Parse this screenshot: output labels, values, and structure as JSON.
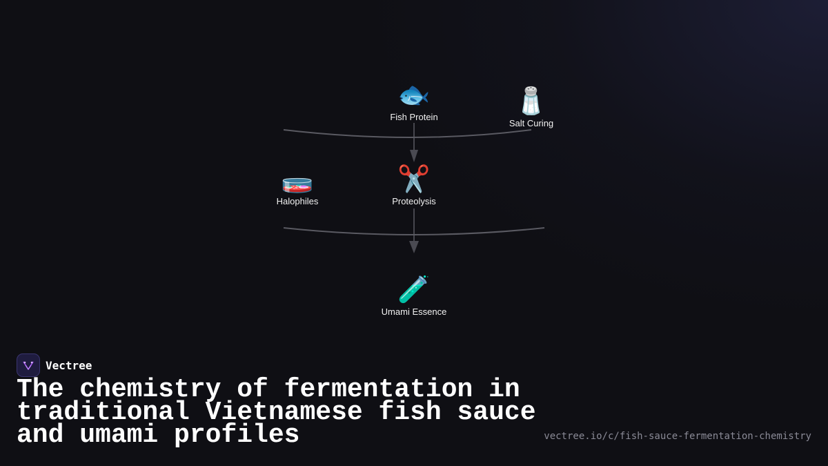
{
  "diagram": {
    "nodes": [
      {
        "id": "fish-protein",
        "label": "Fish Protein",
        "icon": "fish-icon",
        "glyph": "🐟"
      },
      {
        "id": "salt-curing",
        "label": "Salt Curing",
        "icon": "salt-shaker-icon",
        "glyph": "🧂"
      },
      {
        "id": "halophiles",
        "label": "Halophiles",
        "icon": "petri-dish-icon",
        "glyph": "🧫"
      },
      {
        "id": "proteolysis",
        "label": "Proteolysis",
        "icon": "scissors-icon",
        "glyph": "✂️"
      },
      {
        "id": "umami-essence",
        "label": "Umami Essence",
        "icon": "test-tube-icon",
        "glyph": "🧪"
      }
    ],
    "edges": [
      {
        "from": [
          "fish-protein",
          "salt-curing"
        ],
        "to": "proteolysis"
      },
      {
        "from": [
          "halophiles",
          "proteolysis"
        ],
        "to": "umami-essence"
      }
    ],
    "colors": {
      "edge": "#5a5a62",
      "arrow": "#4a4a52",
      "label": "#f2f2f2"
    }
  },
  "brand": {
    "name": "Vectree",
    "logo_icon": "vectree-logo-icon",
    "accent": "#a855f7"
  },
  "footer": {
    "title": "The chemistry of fermentation in traditional Vietnamese fish sauce and umami profiles",
    "url": "vectree.io/c/fish-sauce-fermentation-chemistry"
  }
}
